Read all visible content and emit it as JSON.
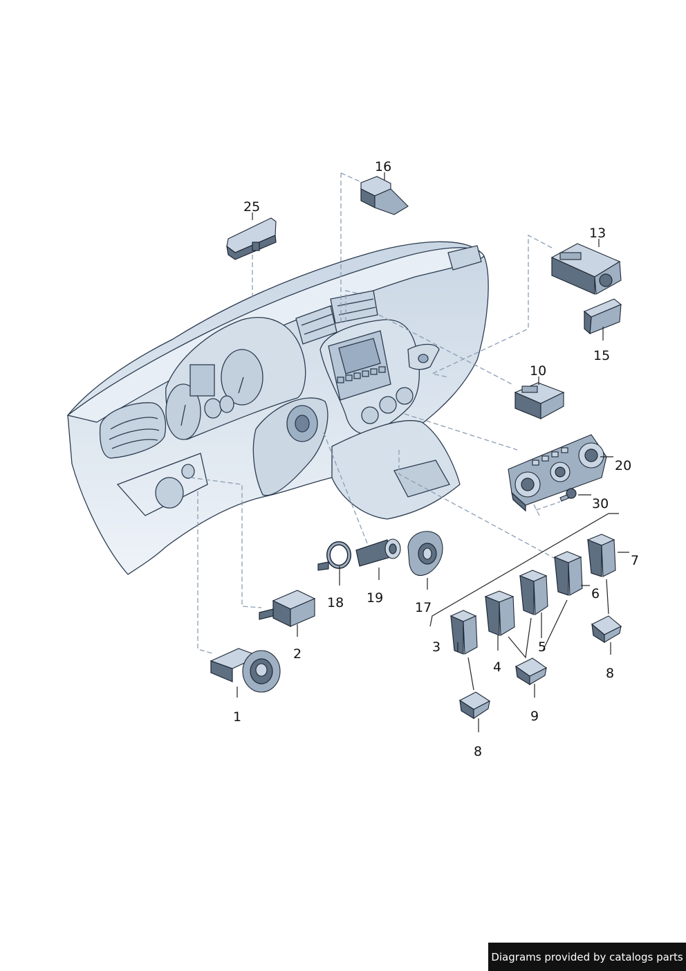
{
  "callouts": {
    "c1": "1",
    "c2": "2",
    "c3": "3",
    "c4": "4",
    "c5": "5",
    "c6": "6",
    "c7": "7",
    "c8a": "8",
    "c8b": "8",
    "c9": "9",
    "c10": "10",
    "c13": "13",
    "c15": "15",
    "c16": "16",
    "c17": "17",
    "c18": "18",
    "c19": "19",
    "c20": "20",
    "c25": "25",
    "c30": "30"
  },
  "footer": {
    "text": "Diagrams provided by catalogs parts"
  },
  "colors": {
    "dashboard_fill": "#dde6ef",
    "dashboard_stroke": "#2b3b4f",
    "part_fill": "#5f6f82",
    "leader": "#8a9db3"
  }
}
